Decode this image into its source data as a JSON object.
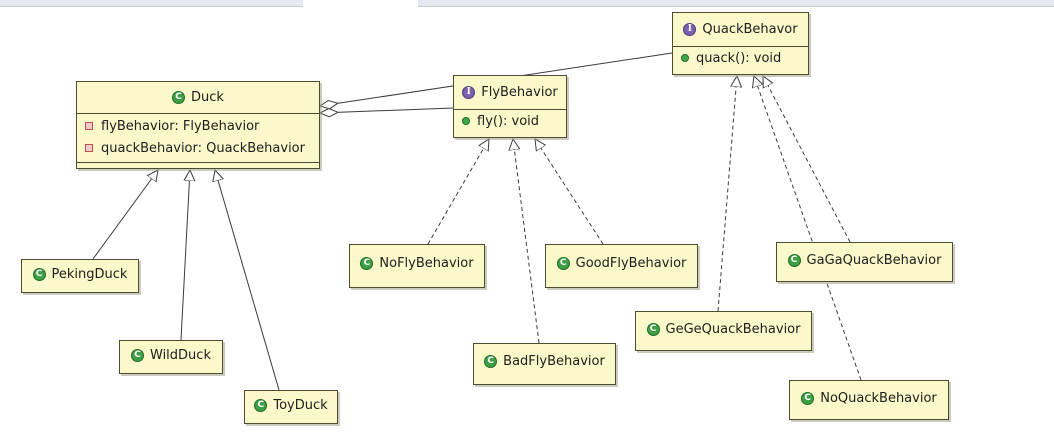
{
  "diagram": {
    "classes": {
      "duck": {
        "name": "Duck",
        "kind": "class",
        "fields": [
          "flyBehavior: FlyBehavior",
          "quackBehavior: QuackBehavior"
        ]
      },
      "quack_behavior": {
        "name": "QuackBehavor",
        "kind": "interface",
        "methods": [
          "quack(): void"
        ]
      },
      "fly_behavior": {
        "name": "FlyBehavior",
        "kind": "interface",
        "methods": [
          "fly(): void"
        ]
      },
      "peking_duck": {
        "name": "PekingDuck",
        "kind": "class"
      },
      "wild_duck": {
        "name": "WildDuck",
        "kind": "class"
      },
      "toy_duck": {
        "name": "ToyDuck",
        "kind": "class"
      },
      "no_fly_behavior": {
        "name": "NoFlyBehavior",
        "kind": "class"
      },
      "good_fly_behavior": {
        "name": "GoodFlyBehavior",
        "kind": "class"
      },
      "bad_fly_behavior": {
        "name": "BadFlyBehavior",
        "kind": "class"
      },
      "gaga_quack_behavior": {
        "name": "GaGaQuackBehavior",
        "kind": "class"
      },
      "gege_quack_behavior": {
        "name": "GeGeQuackBehavior",
        "kind": "class"
      },
      "no_quack_behavior": {
        "name": "NoQuackBehavior",
        "kind": "class"
      }
    },
    "icons": {
      "class_glyph": "C",
      "interface_glyph": "I"
    },
    "relations": [
      {
        "from": "PekingDuck",
        "to": "Duck",
        "type": "generalization"
      },
      {
        "from": "WildDuck",
        "to": "Duck",
        "type": "generalization"
      },
      {
        "from": "ToyDuck",
        "to": "Duck",
        "type": "generalization"
      },
      {
        "from": "Duck",
        "to": "FlyBehavior",
        "type": "aggregation"
      },
      {
        "from": "Duck",
        "to": "QuackBehavor",
        "type": "aggregation"
      },
      {
        "from": "NoFlyBehavior",
        "to": "FlyBehavior",
        "type": "realization"
      },
      {
        "from": "BadFlyBehavior",
        "to": "FlyBehavior",
        "type": "realization"
      },
      {
        "from": "GoodFlyBehavior",
        "to": "FlyBehavior",
        "type": "realization"
      },
      {
        "from": "GeGeQuackBehavior",
        "to": "QuackBehavor",
        "type": "realization"
      },
      {
        "from": "NoQuackBehavior",
        "to": "QuackBehavor",
        "type": "realization"
      },
      {
        "from": "GaGaQuackBehavior",
        "to": "QuackBehavor",
        "type": "realization"
      }
    ],
    "colors": {
      "box_fill": "#fbf8c9",
      "box_border": "#4d4d33",
      "line": "#3a3a3a",
      "class_icon": "#3f9f46",
      "interface_icon": "#7b5fb0"
    }
  }
}
